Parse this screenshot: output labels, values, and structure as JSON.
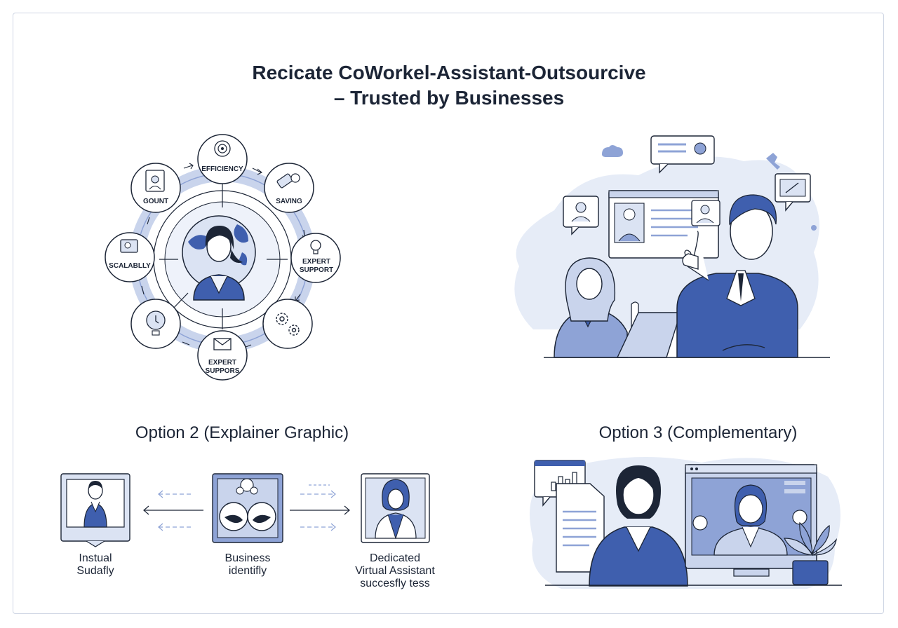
{
  "header": {
    "title_line1": "Recicate CoWorkel-Assistant-Outsourcive",
    "title_line2": "– Trusted by Businesses"
  },
  "cycle": {
    "nodes": [
      {
        "label": "EFFICIENCY",
        "icon": "target-icon"
      },
      {
        "label": "SAVING",
        "icon": "money-icon"
      },
      {
        "label": "EXPERT SUPPORT",
        "icon": "lightbulb-gear-icon"
      },
      {
        "label": "",
        "icon": "gears-icon"
      },
      {
        "label": "EXPERT SUPPORS",
        "icon": "envelope-icon"
      },
      {
        "label": "",
        "icon": "bulb-icon"
      },
      {
        "label": "SCALABLLY",
        "icon": "monitor-icon"
      },
      {
        "label": "GOUNT",
        "icon": "profile-icon"
      }
    ]
  },
  "options": {
    "option2_title": "Option 2 (Explainer Graphic)",
    "option3_title": "Option 3 (Complementary)"
  },
  "flow": {
    "left_caption_1": "Instual",
    "left_caption_2": "Sudafly",
    "mid_caption_1": "Business",
    "mid_caption_2": "identifly",
    "right_caption_1": "Dedicated",
    "right_caption_2": "Virtual Assistant",
    "right_caption_3": "succesfly tess"
  },
  "colors": {
    "brand_blue": "#3f5fae",
    "light_blue": "#dbe3f3",
    "mid_blue": "#8ea3d6",
    "outline": "#1c2536"
  }
}
